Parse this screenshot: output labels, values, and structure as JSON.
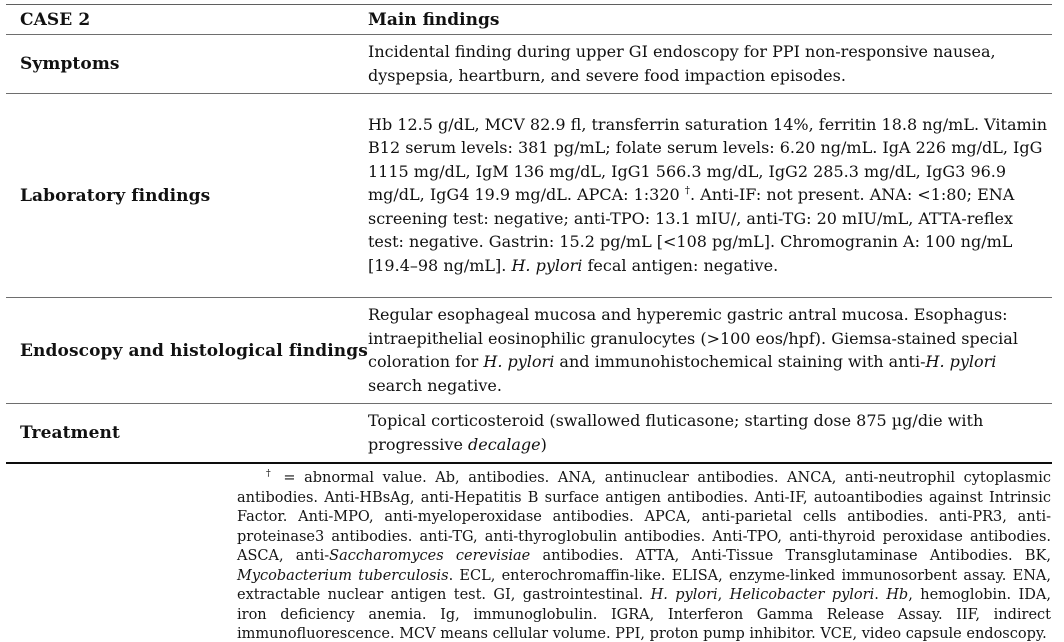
{
  "table": {
    "header": {
      "case_label": "CASE 2",
      "findings_label": "Main findings"
    },
    "rows": [
      {
        "label": "Symptoms",
        "segments": [
          {
            "t": "Incidental finding during upper GI endoscopy for PPI non-responsive nausea, dyspepsia, heartburn, and severe food impaction episodes."
          }
        ]
      },
      {
        "label": "Laboratory findings",
        "segments": [
          {
            "t": "Hb 12.5 g/dL, MCV 82.9 fl, transferrin saturation 14%, ferritin 18.8 ng/mL. Vitamin B12 serum levels: 381 pg/mL; folate serum levels: 6.20 ng/mL. IgA 226 mg/dL, IgG 1115 mg/dL, IgM 136 mg/dL, IgG1 566.3 mg/dL, IgG2 285.3 mg/dL, IgG3 96.9 mg/dL, IgG4 19.9 mg/dL. APCA: 1:320 "
          },
          {
            "t": "†",
            "sup": true
          },
          {
            "t": ". Anti-IF: not present. ANA: <1:80; ENA screening test: negative; anti-TPO: 13.1 mIU/, anti-TG: 20 mIU/mL, ATTA-reflex test: negative. Gastrin: 15.2 pg/mL [<108 pg/mL]. Chromogranin A: 100 ng/mL [19.4–98 ng/mL]. "
          },
          {
            "t": "H. pylori",
            "i": true
          },
          {
            "t": " fecal antigen: negative."
          }
        ]
      },
      {
        "label": "Endoscopy and histological findings",
        "segments": [
          {
            "t": "Regular esophageal mucosa and hyperemic gastric antral mucosa. Esophagus: intraepithelial eosinophilic granulocytes (>100 eos/hpf). Giemsa-stained special coloration for "
          },
          {
            "t": "H. pylori",
            "i": true
          },
          {
            "t": " and immunohistochemical staining with anti-"
          },
          {
            "t": "H. pylori",
            "i": true
          },
          {
            "t": " search negative."
          }
        ]
      },
      {
        "label": "Treatment",
        "segments": [
          {
            "t": "Topical corticosteroid (swallowed fluticasone; starting dose 875 µg/die with progressive "
          },
          {
            "t": "decalage",
            "i": true
          },
          {
            "t": ")"
          }
        ]
      }
    ]
  },
  "footnote": {
    "segments": [
      {
        "t": "†",
        "sup": true
      },
      {
        "t": " = abnormal value. Ab, antibodies. ANA, antinuclear antibodies. ANCA, anti-neutrophil cytoplasmic antibodies. Anti-HBsAg, anti-Hepatitis B surface antigen antibodies. Anti-IF, autoantibodies against Intrinsic Factor. Anti-MPO, anti-myeloperoxidase antibodies. APCA, anti-parietal cells antibodies. anti-PR3, anti-proteinase3 antibodies. anti-TG, anti-thyroglobulin antibodies. Anti-TPO, anti-thyroid peroxidase antibodies. ASCA, anti-"
      },
      {
        "t": "Saccharomyces cerevisiae",
        "i": true
      },
      {
        "t": " antibodies. ATTA, Anti-Tissue Transglutaminase Antibodies. BK, "
      },
      {
        "t": "Mycobacterium tuberculosis",
        "i": true
      },
      {
        "t": ". ECL, enterochromaffin-like. ELISA, enzyme-linked immunosorbent assay. ENA, extractable nuclear antigen test. GI, gastrointestinal. "
      },
      {
        "t": "H. pylori",
        "i": true
      },
      {
        "t": ", "
      },
      {
        "t": "Helicobacter pylori",
        "i": true
      },
      {
        "t": ". "
      },
      {
        "t": "Hb",
        "i": true
      },
      {
        "t": ", hemoglobin. IDA, iron deficiency anemia. Ig, immunoglobulin. IGRA, Interferon Gamma Release Assay. IIF, indirect immunofluorescence. MCV means cellular volume. PPI, proton pump inhibitor. VCE, video capsule endoscopy."
      }
    ]
  },
  "colors": {
    "background": "#ffffff",
    "text": "#111111",
    "rule_light": "#6e6e6e",
    "rule_heavy": "#0d0d0d"
  }
}
